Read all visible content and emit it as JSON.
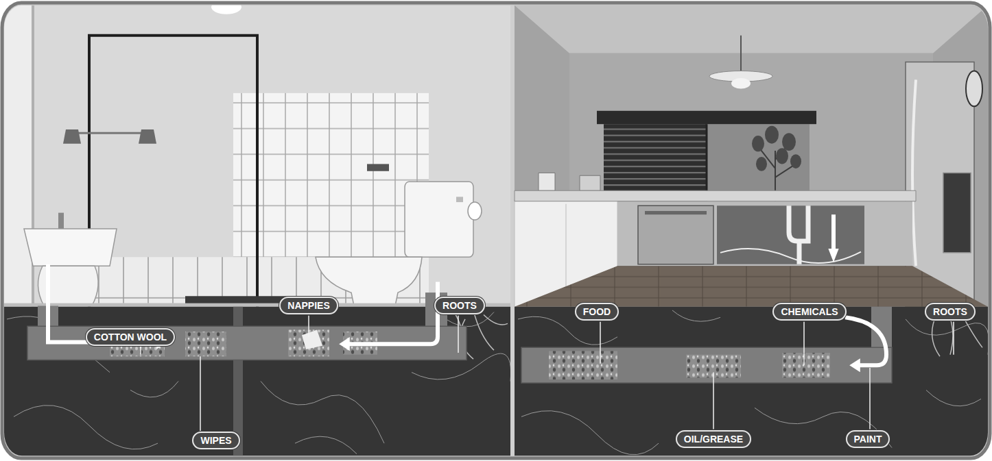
{
  "diagram": {
    "nodes": [
      {
        "text": [
          "NAPPIES"
        ]
      },
      {
        "text": [
          "ROOTS"
        ]
      },
      {
        "text": [
          "COTTON WOOL"
        ]
      },
      {
        "text": [
          "WIPES"
        ]
      },
      {
        "text": [
          "FOOD"
        ]
      },
      {
        "text": [
          "CHEMICALS"
        ]
      },
      {
        "text": [
          "ROOTS"
        ]
      },
      {
        "text": [
          "OIL/GREASE"
        ]
      },
      {
        "text": [
          "PAINT"
        ]
      }
    ]
  }
}
